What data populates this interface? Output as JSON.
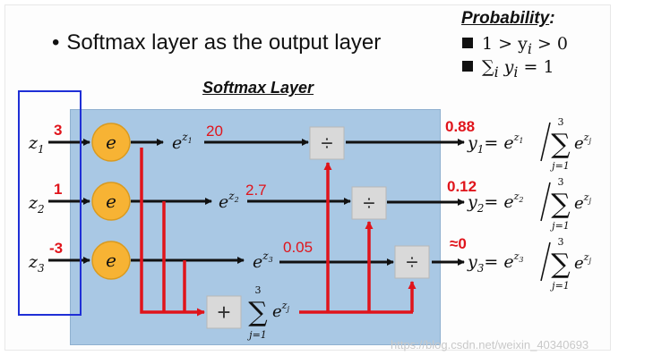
{
  "heading": {
    "bullet": "•",
    "text": "Softmax layer as the output layer"
  },
  "probability": {
    "title": "Probability",
    "colon": ":",
    "line1": "1 > y",
    "line1_sub": "i",
    "line1_tail": " > 0",
    "line2_sum": "∑",
    "line2_sub": "i",
    "line2_y": " y",
    "line2_ysub": "i",
    "line2_tail": " = 1"
  },
  "layer_title": "Softmax Layer",
  "inputs": [
    {
      "var": "z",
      "sub": "1",
      "value": "3"
    },
    {
      "var": "z",
      "sub": "2",
      "value": "1"
    },
    {
      "var": "z",
      "sub": "3",
      "value": "-3"
    }
  ],
  "node_label": "e",
  "exp_labels": [
    {
      "base": "e",
      "sup": "z",
      "supsub": "1",
      "value": "20"
    },
    {
      "base": "e",
      "sup": "z",
      "supsub": "2",
      "value": "2.7"
    },
    {
      "base": "e",
      "sup": "z",
      "supsub": "3",
      "value": "0.05"
    }
  ],
  "divide_symbol": "÷",
  "plus_symbol": "+",
  "sum_block": {
    "upper": "3",
    "sigma": "∑",
    "term_base": "e",
    "term_sup": "z",
    "term_supsub": "j",
    "lower": "j=1"
  },
  "outputs": [
    {
      "value": "0.88",
      "y": "y",
      "ysub": "1",
      "eq": "= e",
      "sup": "z",
      "supsub": "1",
      "upper": "3",
      "sigma": "∑",
      "term_base": "e",
      "term_sup": "z",
      "term_supsub": "j",
      "lower": "j=1"
    },
    {
      "value": "0.12",
      "y": "y",
      "ysub": "2",
      "eq": "= e",
      "sup": "z",
      "supsub": "2",
      "upper": "3",
      "sigma": "∑",
      "term_base": "e",
      "term_sup": "z",
      "term_supsub": "j",
      "lower": "j=1"
    },
    {
      "value": "≈0",
      "y": "y",
      "ysub": "3",
      "eq": "= e",
      "sup": "z",
      "supsub": "3",
      "upper": "3",
      "sigma": "∑",
      "term_base": "e",
      "term_sup": "z",
      "term_supsub": "j",
      "lower": "j=1"
    }
  ],
  "watermark": "https://blog.csdn.net/weixin_40340693",
  "colors": {
    "box": "#a9c8e4",
    "node": "#f7b334",
    "red": "#e0141b",
    "blue_rect": "#1f2fd6",
    "op_box": "#d9d9d9"
  }
}
